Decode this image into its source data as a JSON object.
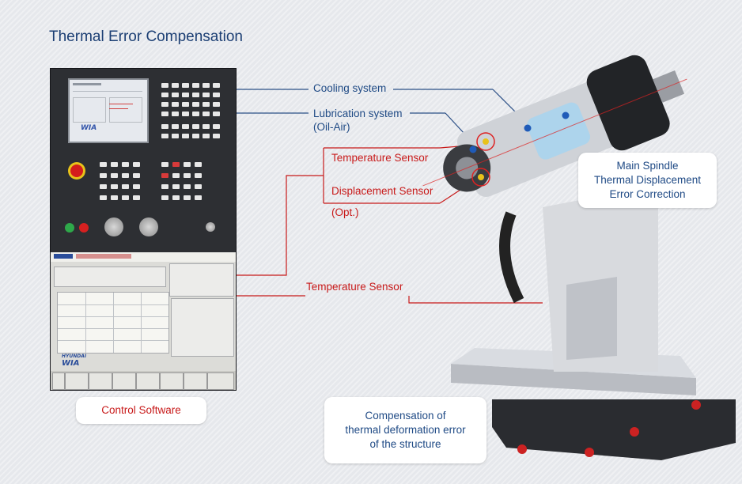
{
  "title": "Thermal Error Compensation",
  "labels": {
    "cooling": "Cooling system",
    "lubrication_line1": "Lubrication system",
    "lubrication_line2": "(Oil-Air)",
    "temp_sensor_top": "Temperature Sensor",
    "displacement_sensor": "Displacement Sensor",
    "opt": "(Opt.)",
    "temp_sensor_bottom": "Temperature Sensor"
  },
  "callouts": {
    "spindle_line1": "Main Spindle",
    "spindle_line2": "Thermal Displacement",
    "spindle_line3": "Error Correction",
    "control_software": "Control Software",
    "structure_line1": "Compensation of",
    "structure_line2": "thermal deformation error",
    "structure_line3": "of the structure"
  },
  "panel": {
    "brand_small": "HYUNDAI",
    "brand_large": "WIA"
  },
  "colors": {
    "title": "#1c3f74",
    "blue_label": "#1f4a85",
    "red_label": "#c81a1a"
  }
}
